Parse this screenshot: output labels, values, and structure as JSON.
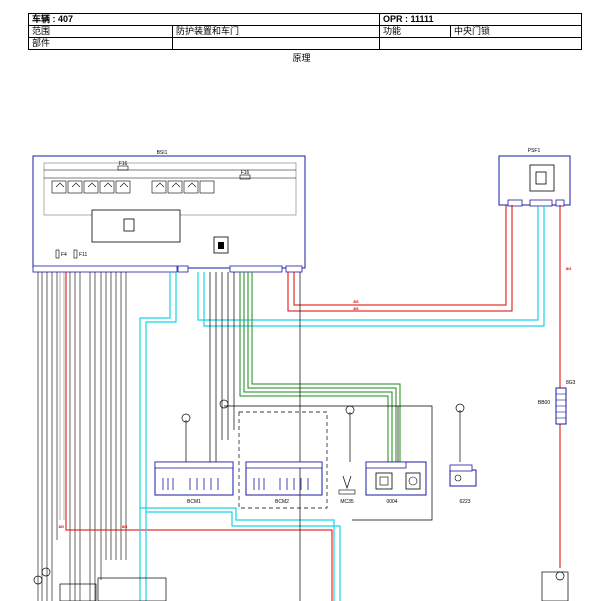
{
  "header": {
    "vehicle_label": "车辆 : 407",
    "opr_label": "OPR : 11111",
    "scope_label": "范围",
    "scope_value": "防护装置和车门",
    "function_label": "功能",
    "function_value": "中央门锁",
    "parts_label": "部件"
  },
  "subtitle": "原理",
  "components": {
    "bsi": "BSI1",
    "psf": "PSF1",
    "bcm1": "BCM1",
    "bcm2": "BCM2",
    "mc": "MC35",
    "u": "0004",
    "right_module": "6223",
    "connector": "BB00",
    "connector_code": "8G3",
    "fuse_f16a": "F16",
    "fuse_f16b": "F16",
    "fuse_f4": "F4",
    "fuse_f11": "F11"
  },
  "wire_labels": {
    "red1": "8G",
    "red2": "8G",
    "red3": "8G",
    "red4": "8G",
    "red5": "8G"
  },
  "colors": {
    "box": "#1a1aa0",
    "red": "#e00000",
    "cyan": "#19d4e6",
    "green": "#1a8a1a",
    "black": "#000000",
    "gray": "#808080"
  }
}
